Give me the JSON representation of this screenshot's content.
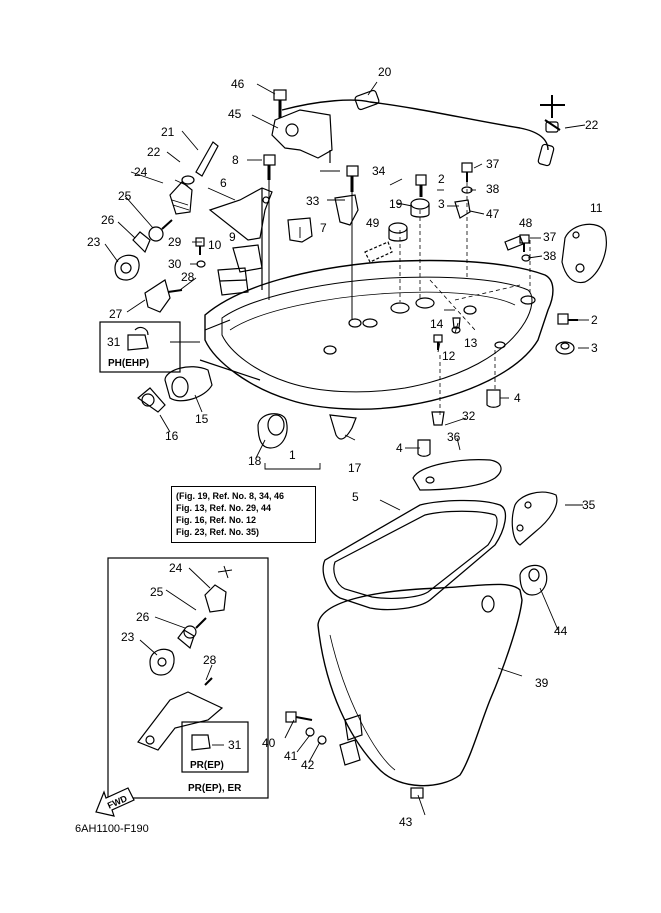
{
  "diagram": {
    "figure_code": "6AH1100-F190",
    "note_box": {
      "lines": [
        "(Fig. 19, Ref. No. 8, 34, 46",
        " Fig. 13, Ref. No. 29, 44",
        " Fig. 16, Ref. No. 12",
        " Fig. 23, Ref. No. 35)"
      ]
    },
    "tags": {
      "ph_ehp": "PH(EHP)",
      "pr_ep": "PR(EP)",
      "pr_ep_er": "PR(EP), ER",
      "fwd": "FWD"
    },
    "callouts": [
      {
        "id": "c1",
        "label": "1"
      },
      {
        "id": "c2a",
        "label": "2"
      },
      {
        "id": "c2b",
        "label": "2"
      },
      {
        "id": "c3a",
        "label": "3"
      },
      {
        "id": "c3b",
        "label": "3"
      },
      {
        "id": "c4a",
        "label": "4"
      },
      {
        "id": "c4b",
        "label": "4"
      },
      {
        "id": "c5",
        "label": "5"
      },
      {
        "id": "c6",
        "label": "6"
      },
      {
        "id": "c7",
        "label": "7"
      },
      {
        "id": "c8",
        "label": "8"
      },
      {
        "id": "c9",
        "label": "9"
      },
      {
        "id": "c10",
        "label": "10"
      },
      {
        "id": "c11",
        "label": "11"
      },
      {
        "id": "c12",
        "label": "12"
      },
      {
        "id": "c13",
        "label": "13"
      },
      {
        "id": "c14",
        "label": "14"
      },
      {
        "id": "c15",
        "label": "15"
      },
      {
        "id": "c16",
        "label": "16"
      },
      {
        "id": "c17",
        "label": "17"
      },
      {
        "id": "c18",
        "label": "18"
      },
      {
        "id": "c19",
        "label": "19"
      },
      {
        "id": "c20",
        "label": "20"
      },
      {
        "id": "c21",
        "label": "21"
      },
      {
        "id": "c22a",
        "label": "22"
      },
      {
        "id": "c22b",
        "label": "22"
      },
      {
        "id": "c23a",
        "label": "23"
      },
      {
        "id": "c23b",
        "label": "23"
      },
      {
        "id": "c24a",
        "label": "24"
      },
      {
        "id": "c24b",
        "label": "24"
      },
      {
        "id": "c25a",
        "label": "25"
      },
      {
        "id": "c25b",
        "label": "25"
      },
      {
        "id": "c26a",
        "label": "26"
      },
      {
        "id": "c26b",
        "label": "26"
      },
      {
        "id": "c27",
        "label": "27"
      },
      {
        "id": "c28a",
        "label": "28"
      },
      {
        "id": "c28b",
        "label": "28"
      },
      {
        "id": "c29",
        "label": "29"
      },
      {
        "id": "c30",
        "label": "30"
      },
      {
        "id": "c31a",
        "label": "31"
      },
      {
        "id": "c31b",
        "label": "31"
      },
      {
        "id": "c32",
        "label": "32"
      },
      {
        "id": "c33",
        "label": "33"
      },
      {
        "id": "c34",
        "label": "34"
      },
      {
        "id": "c35",
        "label": "35"
      },
      {
        "id": "c36",
        "label": "36"
      },
      {
        "id": "c37a",
        "label": "37"
      },
      {
        "id": "c37b",
        "label": "37"
      },
      {
        "id": "c38a",
        "label": "38"
      },
      {
        "id": "c38b",
        "label": "38"
      },
      {
        "id": "c39",
        "label": "39"
      },
      {
        "id": "c40",
        "label": "40"
      },
      {
        "id": "c41",
        "label": "41"
      },
      {
        "id": "c42",
        "label": "42"
      },
      {
        "id": "c43",
        "label": "43"
      },
      {
        "id": "c44",
        "label": "44"
      },
      {
        "id": "c45",
        "label": "45"
      },
      {
        "id": "c46",
        "label": "46"
      },
      {
        "id": "c47",
        "label": "47"
      },
      {
        "id": "c48",
        "label": "48"
      },
      {
        "id": "c49",
        "label": "49"
      }
    ]
  }
}
